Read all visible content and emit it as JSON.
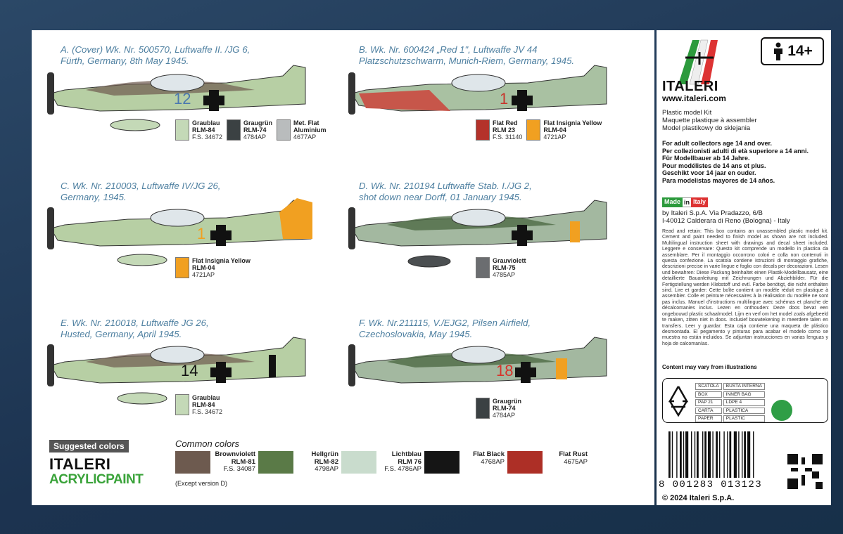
{
  "variants": [
    {
      "id": "A",
      "line1": "A. (Cover) Wk. Nr. 500570, Luftwaffe II. /JG 6,",
      "line2": "Fürth, Germany, 8th May 1945.",
      "number": "12",
      "swatches": [
        {
          "name": "Graublau",
          "code": "RLM-84",
          "ref": "F.S. 34672",
          "color": "#c4d9b7"
        },
        {
          "name": "Graugrün",
          "code": "RLM-74",
          "ref": "4784AP",
          "color": "#3b4143"
        },
        {
          "name": "Met. Flat",
          "code": "Aluminium",
          "ref": "4677AP",
          "color": "#b9bcbd"
        }
      ]
    },
    {
      "id": "B",
      "line1": "B. Wk. Nr. 600424 „Red 1\", Luftwaffe JV 44",
      "line2": "Platzschutzschwarm, Munich-Riem, Germany, 1945.",
      "number": "1",
      "swatches": [
        {
          "name": "Flat Red",
          "code": "RLM 23",
          "ref": "F.S. 31140",
          "color": "#b4322a"
        },
        {
          "name": "Flat Insignia Yellow",
          "code": "RLM-04",
          "ref": "4721AP",
          "color": "#f1a021"
        }
      ]
    },
    {
      "id": "C",
      "line1": "C. Wk. Nr. 210003, Luftwaffe IV/JG 26,",
      "line2": "Germany, 1945.",
      "number": "1",
      "swatches": [
        {
          "name": "Flat Insignia Yellow",
          "code": "RLM-04",
          "ref": "4721AP",
          "color": "#f1a021"
        }
      ]
    },
    {
      "id": "D",
      "line1": "D. Wk. Nr. 210194 Luftwaffe Stab. I./JG 2,",
      "line2": "shot down near Dorff, 01 January 1945.",
      "number": "",
      "swatches": [
        {
          "name": "Grauviolett",
          "code": "RLM-75",
          "ref": "4785AP",
          "color": "#6b6d70"
        }
      ]
    },
    {
      "id": "E",
      "line1": "E. Wk. Nr. 210018, Luftwaffe JG 26,",
      "line2": "Husted, Germany, April 1945.",
      "number": "14",
      "swatches": [
        {
          "name": "Graublau",
          "code": "RLM-84",
          "ref": "F.S. 34672",
          "color": "#c4d9b7"
        }
      ]
    },
    {
      "id": "F",
      "line1": "F. Wk. Nr.211115, V./EJG2, Pilsen Airfield,",
      "line2": "Czechoslovakia, May 1945.",
      "number": "18",
      "swatches": [
        {
          "name": "Graugrün",
          "code": "RLM-74",
          "ref": "4784AP",
          "color": "#3b4143"
        }
      ]
    }
  ],
  "common": {
    "title": "Common colors",
    "note": "(Except version D)",
    "colors": [
      {
        "name": "Brownviolett",
        "code": "RLM-81",
        "ref": "F.S. 34087",
        "color": "#6d5a4f"
      },
      {
        "name": "Hellgrün",
        "code": "RLM-82",
        "ref": "4798AP",
        "color": "#5a7a47"
      },
      {
        "name": "Lichtblau",
        "code": "RLM 76",
        "ref": "F.S. 4786AP",
        "color": "#c9dccd"
      },
      {
        "name": "Flat Black",
        "code": "",
        "ref": "4768AP",
        "color": "#151515"
      },
      {
        "name": "Flat Rust",
        "code": "",
        "ref": "4675AP",
        "color": "#ad2f26"
      }
    ]
  },
  "suggested": {
    "label": "Suggested colors",
    "brand": "ITALERI",
    "paint": "ACRYLICPAINT"
  },
  "right": {
    "brand": "ITALERI",
    "web": "www.italeri.com",
    "age": "14+",
    "kit_lines": [
      "Plastic model Kit",
      "Maquette plastique à assembler",
      "Model plastikowy do sklejania"
    ],
    "age_lines": [
      "For adult collectors age 14 and over.",
      "Per collezionisti adulti di età superiore a 14 anni.",
      "Für Modellbauer ab 14 Jahre.",
      "Pour modélistes de 14 ans et plus.",
      "Geschikt voor 14 jaar en ouder.",
      "Para modelistas mayores de 14 años."
    ],
    "made": [
      "Made",
      "in",
      "Italy"
    ],
    "address": [
      "by Italeri S.p.A. Via Pradazzo, 6/B",
      "I-40012 Calderara di Reno (Bologna) - Italy"
    ],
    "legal": "Read and retain: This box contains an unassembled plastic model kit. Cement and paint needed to finish model as shown are not included. Multilingual instruction sheet with drawings and decal sheet included. Leggere e conservare: Questo kit comprende un modello in plastica da assemblare. Per il montaggio occorrono colori e colla non contenuti in questa confezione. La scatola contiene istruzioni di montaggio grafiche, descrizioni precise in varie lingue e foglio con decals per decorazioni. Lesen und bewahren: Diese Packung beinhaltet einen Plastik-Modellbausatz, eine detaillierte Bauanleitung mit Zeichnungen und Abziehbilder. Für die Fertigstellung werden Klebstoff und evtl. Farbe benötigt, die nicht enthalten sind. Lire et garder: Cette boîte contient un modèle réduit en plastique à assembler. Colle et peinture nécessaires à la réalisation du modèle ne sont pas inclus. Manuel d'instructions multilingue avec schémas et planche de décalcomanies inclus. Lezen en onthouden: Deze doos bevat een ongebouwd plastic schaalmodel. Lijm en verf om het model zoals afgebeeld te maken, zitten niet in doos. Inclusief bouwtekening in meerdere talen en transfers. Leer y guardar: Esta caja contiene una maqueta de plástico desmontada. El pegamento y pinturas para acabar el modelo como se muestra no están incluidos. Se adjuntan instrucciones en varias lenguas y hoja de calcomanías.",
    "content_note": "Content may vary from illustrations",
    "recycle": [
      [
        "SCATOLA",
        "BUSTA INTERNA"
      ],
      [
        "BOX",
        "INNER BAG"
      ],
      [
        "PAP 21",
        "LDPE 4"
      ],
      [
        "CARTA",
        "PLASTICA"
      ],
      [
        "PAPER",
        "PLASTIC"
      ]
    ],
    "barcode": "8  001283  013123",
    "copyright": "© 2024 Italeri S.p.A."
  },
  "colors": {
    "caption": "#4d7fa0",
    "background": "#213a55",
    "accent_green": "#3aa33a"
  }
}
